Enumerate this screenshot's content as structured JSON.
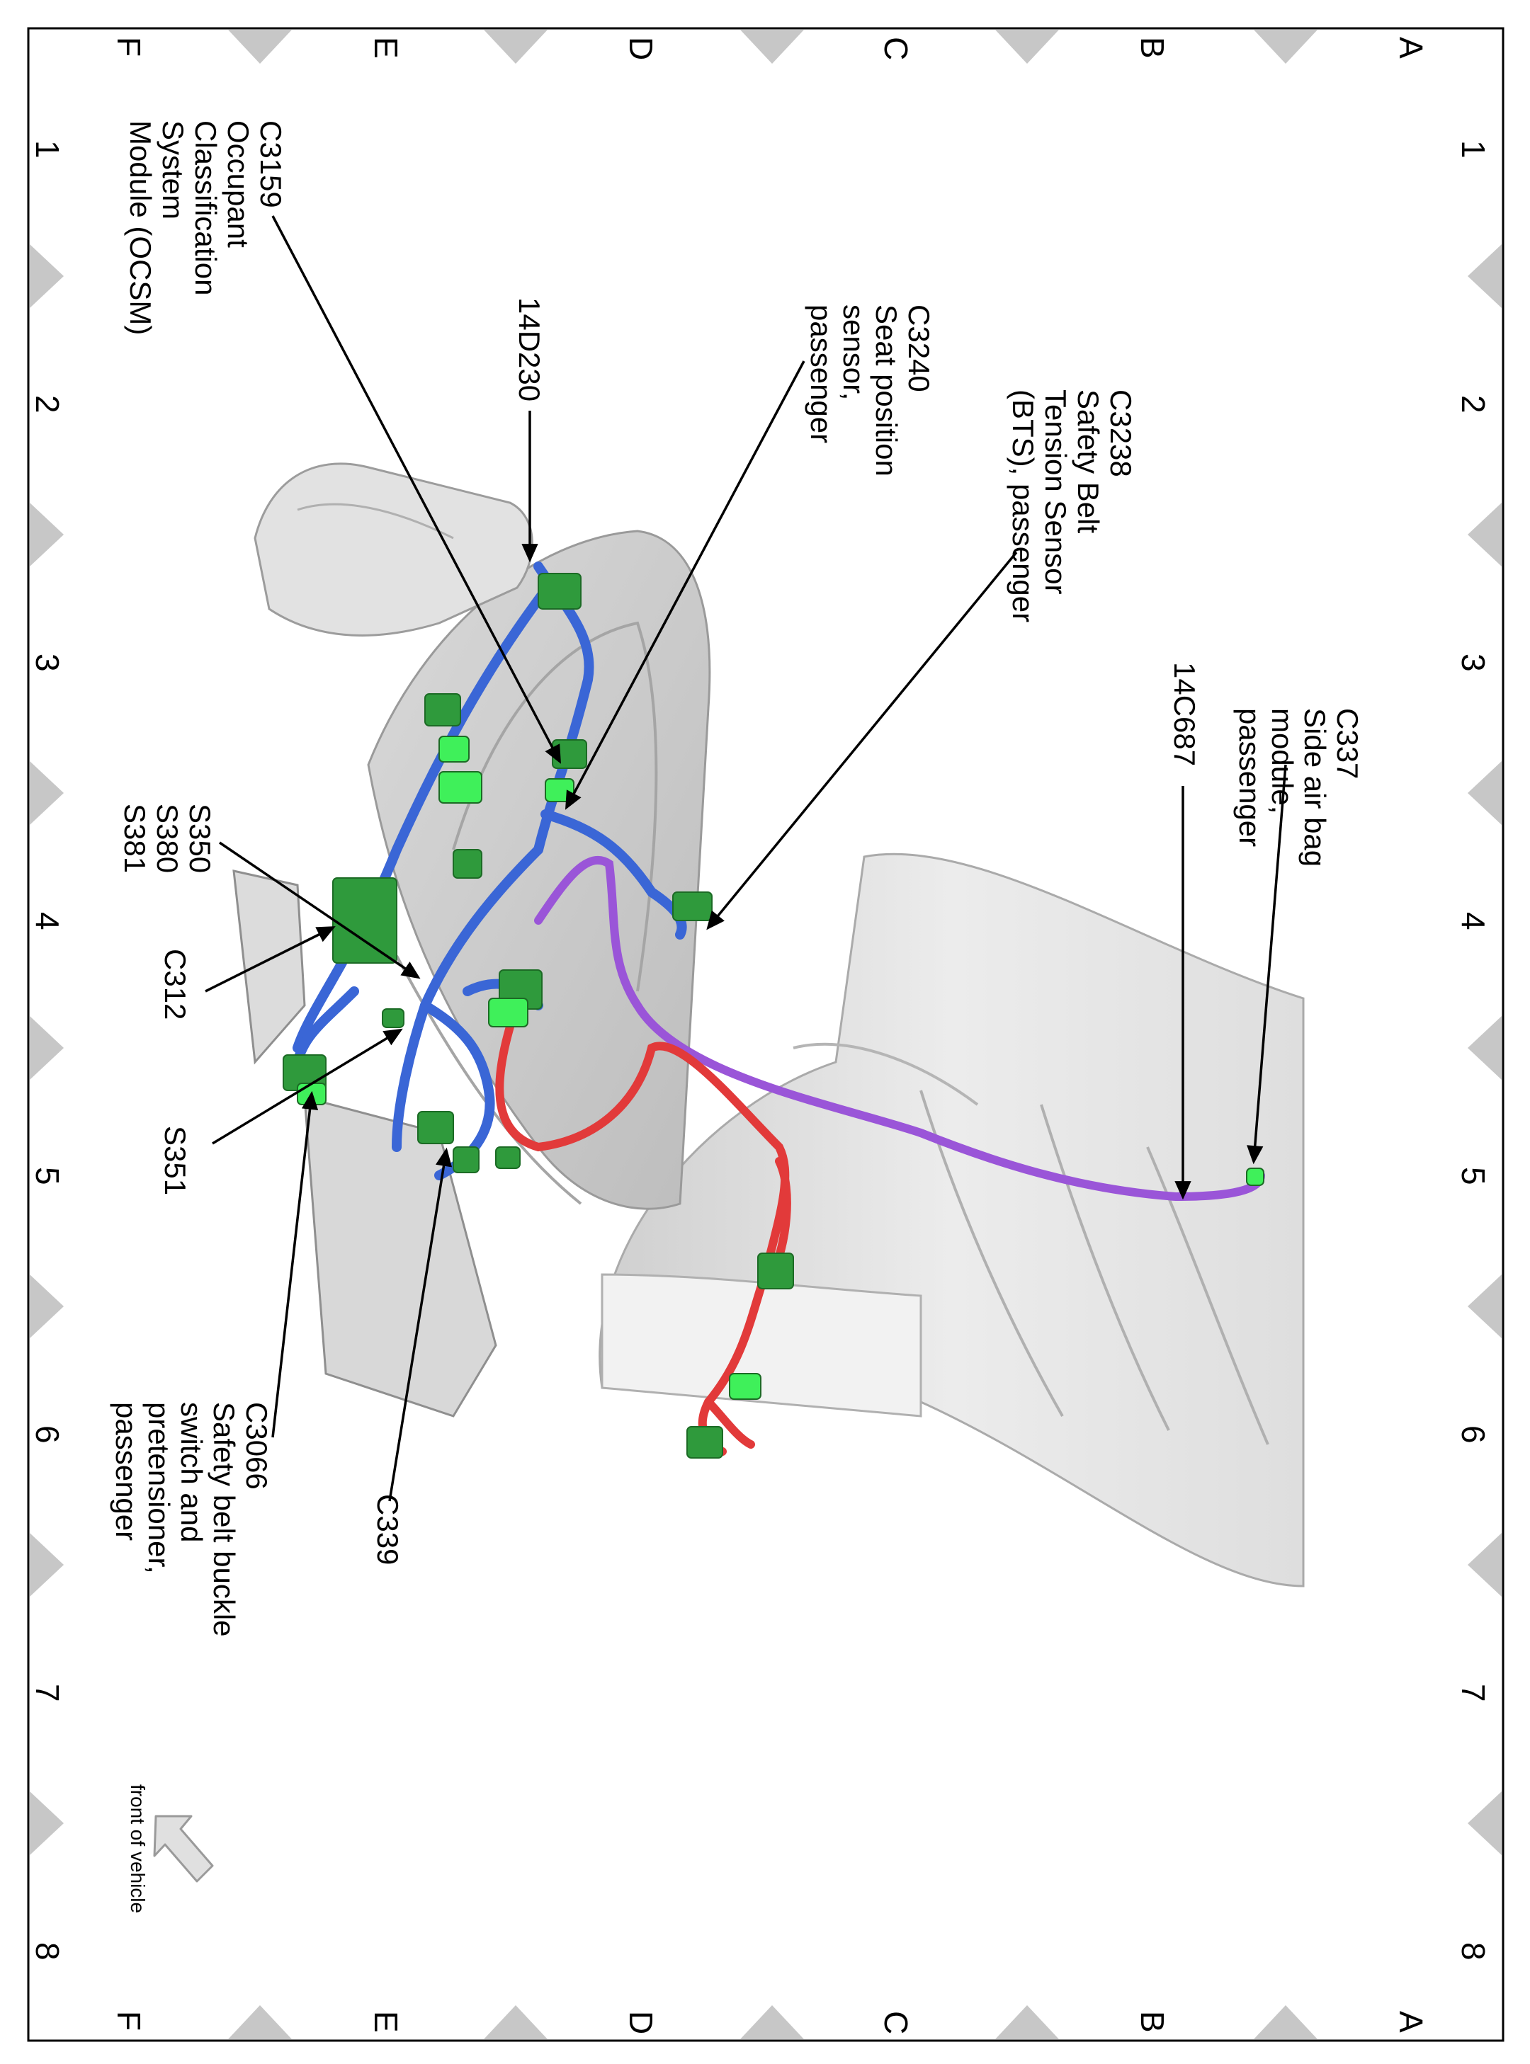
{
  "diagram": {
    "grid": {
      "columns": [
        "1",
        "2",
        "3",
        "4",
        "5",
        "6",
        "7",
        "8"
      ],
      "rows": [
        "A",
        "B",
        "C",
        "D",
        "E",
        "F"
      ]
    },
    "callouts": {
      "c337": "C337\nSide air bag\nmodule,\npassenger",
      "c14c687": "14C687",
      "c3238": "C3238\nSafety Belt\nTension Sensor\n(BTS), passenger",
      "c3240": "C3240\nSeat position\nsensor,\npassenger",
      "c14d230": "14D230",
      "c3159": "C3159\nOccupant\nClassification\nSystem\nModule (OCSM)",
      "s350": "S350\nS380\nS381",
      "c312": "C312",
      "s351": "S351",
      "c339": "C339",
      "c3066": "C3066\nSafety belt buckle\nswitch and\npretensioner,\npassenger"
    },
    "orientation_note": "front of vehicle",
    "colors": {
      "seat": "#e6e6e6",
      "seat_shadow": "#c4c4c4",
      "harness_blue": "#3a66d6",
      "harness_purple": "#9a55d8",
      "harness_red": "#e23a3a",
      "connector": "#2f9a3c",
      "connector_highlight": "#3ff05a",
      "grid_marker": "#c7c7c7"
    }
  }
}
